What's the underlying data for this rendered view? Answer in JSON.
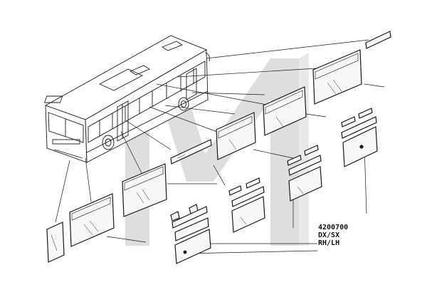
{
  "diagram": {
    "part_number": "4200700",
    "side_code": "DX/SX",
    "side_code_en": "RH/LH",
    "line_color": "#1a1a1a",
    "glass_fill": "#f7f7f7",
    "watermark_color": "#c9c9c9",
    "watermark_icon": "stylized-letter-watermark"
  }
}
